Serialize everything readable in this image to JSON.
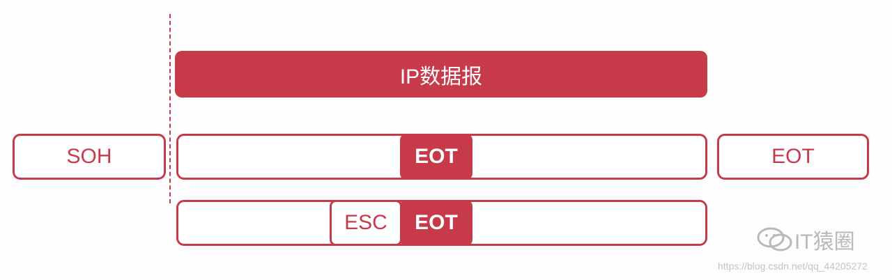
{
  "diagram": {
    "ip_datagram_label": "IP数据报",
    "soh_label": "SOH",
    "eot_label": "EOT",
    "escape_row": {
      "esc_label": "ESC",
      "eot_label": "EOT"
    },
    "data_row": {
      "eot_label": "EOT"
    }
  },
  "watermark": {
    "brand": "IT猿圈",
    "url": "https://blog.csdn.net/qq_44205272",
    "icon": "wechat-icon"
  },
  "colors": {
    "accent": "#c63a4a",
    "watermark": "#b9b9b9"
  }
}
